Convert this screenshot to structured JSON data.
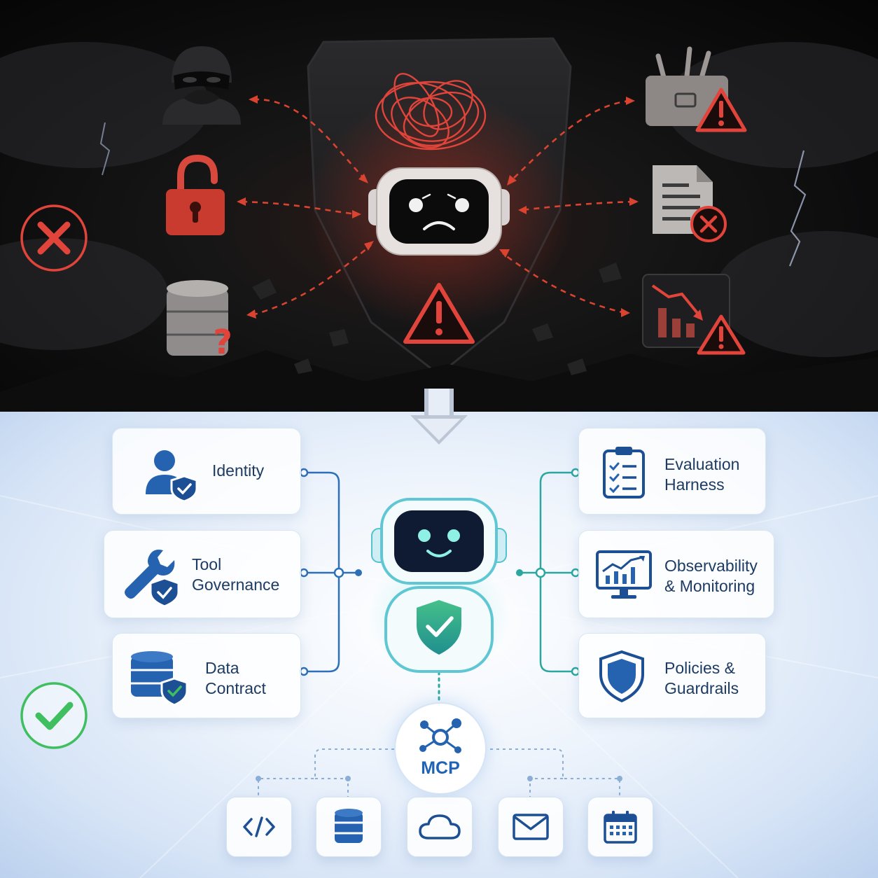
{
  "colors": {
    "danger_red": "#e0443a",
    "dark_bg": "#0c0c0d",
    "navy": "#1d3b63",
    "brand_blue": "#2563b0",
    "teal": "#2aa7a0",
    "success_green": "#3fbf5f"
  },
  "top_panel": {
    "icons": [
      "hacker-icon",
      "unlocked-padlock-icon",
      "database-question-icon",
      "broken-toolbox-icon",
      "document-error-icon",
      "declining-chart-icon",
      "warning-icon",
      "tangled-thoughts-icon",
      "sad-robot-icon",
      "error-x-icon"
    ]
  },
  "bottom_panel": {
    "left_cards": [
      {
        "icon": "user-shield-icon",
        "lines": [
          "Identity"
        ]
      },
      {
        "icon": "wrench-shield-icon",
        "lines": [
          "Tool",
          "Governance"
        ]
      },
      {
        "icon": "database-shield-icon",
        "lines": [
          "Data",
          "Contract"
        ]
      }
    ],
    "right_cards": [
      {
        "icon": "clipboard-checklist-icon",
        "lines": [
          "Evaluation",
          "Harness"
        ]
      },
      {
        "icon": "monitor-chart-icon",
        "lines": [
          "Observability",
          "& Monitoring"
        ]
      },
      {
        "icon": "shield-icon",
        "lines": [
          "Policies &",
          "Guardrails"
        ]
      }
    ],
    "hub": {
      "label": "MCP",
      "icon": "network-nodes-icon"
    },
    "tools": [
      "code-icon",
      "database-icon",
      "cloud-icon",
      "mail-icon",
      "calendar-icon"
    ],
    "center": {
      "icon": "happy-robot-shield-icon"
    },
    "status_icon": "success-check-icon"
  }
}
